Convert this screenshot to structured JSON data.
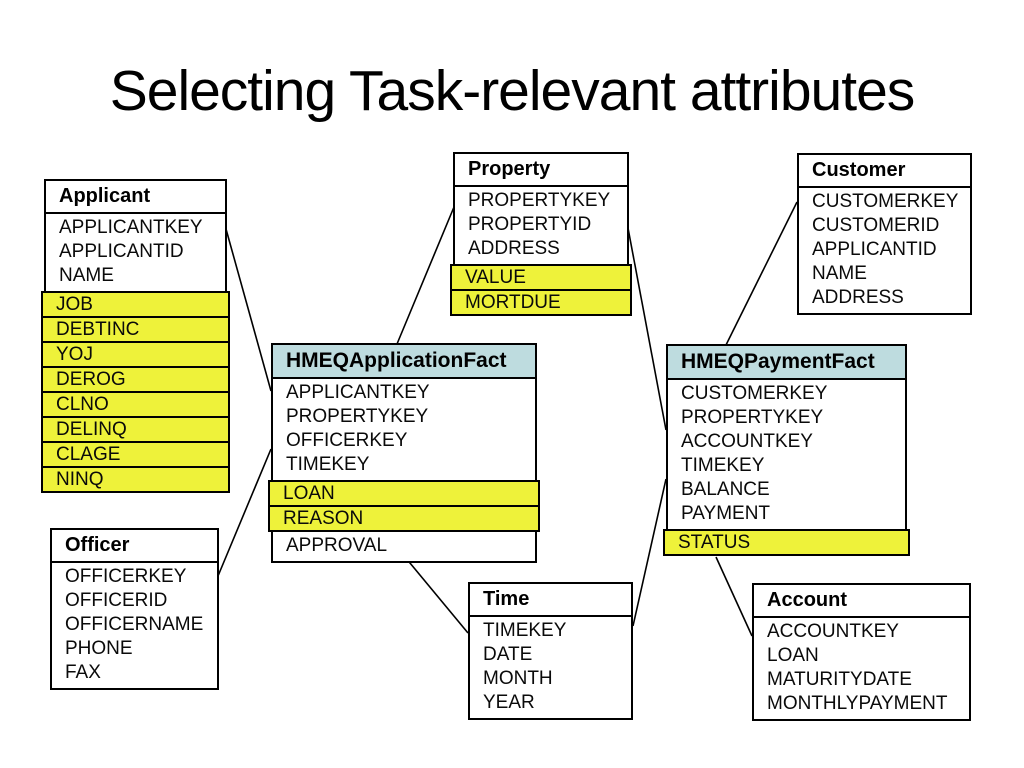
{
  "slide": {
    "title": "Selecting Task-relevant attributes"
  },
  "colors": {
    "background": "#ffffff",
    "highlight_fill": "#eef23a",
    "fact_header_fill": "#bedcdf",
    "dimension_header_fill": "#ffffff",
    "border": "#000000",
    "text": "#000000"
  },
  "tables": [
    {
      "id": "applicant",
      "title": "Applicant",
      "kind": "dimension",
      "columns": [
        {
          "name": "APPLICANTKEY",
          "highlighted": false
        },
        {
          "name": "APPLICANTID",
          "highlighted": false
        },
        {
          "name": "NAME",
          "highlighted": false
        },
        {
          "name": "JOB",
          "highlighted": true
        },
        {
          "name": "DEBTINC",
          "highlighted": true
        },
        {
          "name": "YOJ",
          "highlighted": true
        },
        {
          "name": "DEROG",
          "highlighted": true
        },
        {
          "name": "CLNO",
          "highlighted": true
        },
        {
          "name": "DELINQ",
          "highlighted": true
        },
        {
          "name": "CLAGE",
          "highlighted": true
        },
        {
          "name": "NINQ",
          "highlighted": true
        }
      ]
    },
    {
      "id": "property",
      "title": "Property",
      "kind": "dimension",
      "columns": [
        {
          "name": "PROPERTYKEY",
          "highlighted": false
        },
        {
          "name": "PROPERTYID",
          "highlighted": false
        },
        {
          "name": "ADDRESS",
          "highlighted": false
        },
        {
          "name": "VALUE",
          "highlighted": true
        },
        {
          "name": "MORTDUE",
          "highlighted": true
        }
      ]
    },
    {
      "id": "customer",
      "title": "Customer",
      "kind": "dimension",
      "columns": [
        {
          "name": "CUSTOMERKEY",
          "highlighted": false
        },
        {
          "name": "CUSTOMERID",
          "highlighted": false
        },
        {
          "name": "APPLICANTID",
          "highlighted": false
        },
        {
          "name": "NAME",
          "highlighted": false
        },
        {
          "name": "ADDRESS",
          "highlighted": false
        }
      ]
    },
    {
      "id": "hmeq-application-fact",
      "title": "HMEQApplicationFact",
      "kind": "fact",
      "columns": [
        {
          "name": "APPLICANTKEY",
          "highlighted": false
        },
        {
          "name": "PROPERTYKEY",
          "highlighted": false
        },
        {
          "name": "OFFICERKEY",
          "highlighted": false
        },
        {
          "name": "TIMEKEY",
          "highlighted": false
        },
        {
          "name": "LOAN",
          "highlighted": true
        },
        {
          "name": "REASON",
          "highlighted": true
        },
        {
          "name": "APPROVAL",
          "highlighted": false
        }
      ]
    },
    {
      "id": "hmeq-payment-fact",
      "title": "HMEQPaymentFact",
      "kind": "fact",
      "columns": [
        {
          "name": "CUSTOMERKEY",
          "highlighted": false
        },
        {
          "name": "PROPERTYKEY",
          "highlighted": false
        },
        {
          "name": "ACCOUNTKEY",
          "highlighted": false
        },
        {
          "name": "TIMEKEY",
          "highlighted": false
        },
        {
          "name": "BALANCE",
          "highlighted": false
        },
        {
          "name": "PAYMENT",
          "highlighted": false
        },
        {
          "name": "STATUS",
          "highlighted": true
        }
      ]
    },
    {
      "id": "officer",
      "title": "Officer",
      "kind": "dimension",
      "columns": [
        {
          "name": "OFFICERKEY",
          "highlighted": false
        },
        {
          "name": "OFFICERID",
          "highlighted": false
        },
        {
          "name": "OFFICERNAME",
          "highlighted": false
        },
        {
          "name": "PHONE",
          "highlighted": false
        },
        {
          "name": "FAX",
          "highlighted": false
        }
      ]
    },
    {
      "id": "time",
      "title": "Time",
      "kind": "dimension",
      "columns": [
        {
          "name": "TIMEKEY",
          "highlighted": false
        },
        {
          "name": "DATE",
          "highlighted": false
        },
        {
          "name": "MONTH",
          "highlighted": false
        },
        {
          "name": "YEAR",
          "highlighted": false
        }
      ]
    },
    {
      "id": "account",
      "title": "Account",
      "kind": "dimension",
      "columns": [
        {
          "name": "ACCOUNTKEY",
          "highlighted": false
        },
        {
          "name": "LOAN",
          "highlighted": false
        },
        {
          "name": "MATURITYDATE",
          "highlighted": false
        },
        {
          "name": "MONTHLYPAYMENT",
          "highlighted": false
        }
      ]
    }
  ],
  "connectors": [
    {
      "from": "applicant",
      "to": "hmeq-application-fact"
    },
    {
      "from": "officer",
      "to": "hmeq-application-fact"
    },
    {
      "from": "property",
      "to": "hmeq-application-fact"
    },
    {
      "from": "property",
      "to": "hmeq-payment-fact"
    },
    {
      "from": "customer",
      "to": "hmeq-payment-fact"
    },
    {
      "from": "hmeq-application-fact",
      "to": "time"
    },
    {
      "from": "hmeq-payment-fact",
      "to": "time"
    },
    {
      "from": "hmeq-payment-fact",
      "to": "account"
    }
  ]
}
